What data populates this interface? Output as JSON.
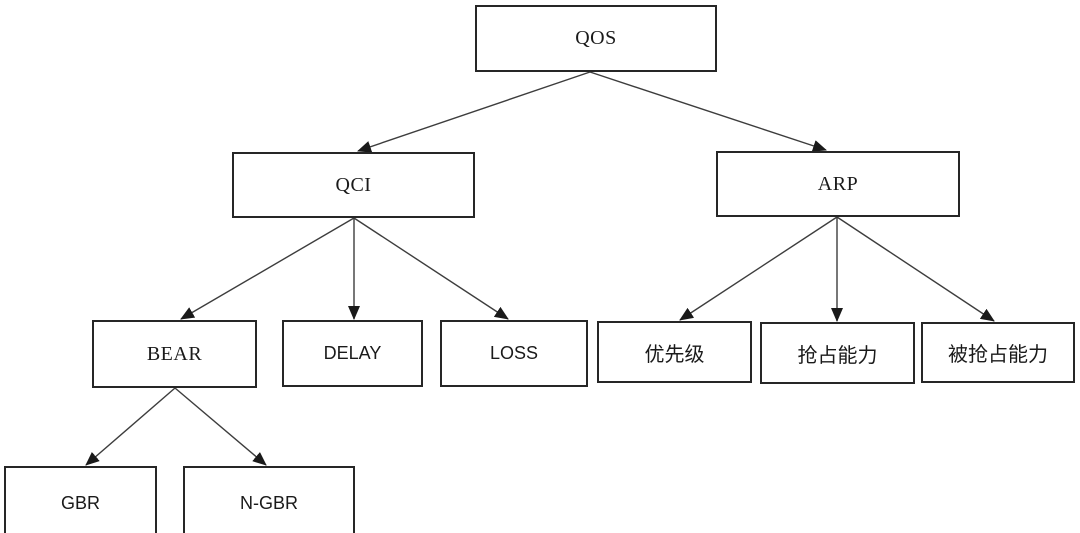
{
  "diagram": {
    "type": "tree",
    "background_color": "#ffffff",
    "box_border_color": "#262626",
    "connector_color": "#3d3d3d",
    "arrowhead_color": "#1a1a1a",
    "text_color": "#1a1a1a",
    "nodes": {
      "qos": {
        "label": "QOS"
      },
      "qci": {
        "label": "QCI"
      },
      "arp": {
        "label": "ARP"
      },
      "bear": {
        "label": "BEAR"
      },
      "delay": {
        "label": "DELAY"
      },
      "loss": {
        "label": "LOSS"
      },
      "priority": {
        "label": "优先级"
      },
      "preempt": {
        "label": "抢占能力"
      },
      "preemptable": {
        "label": "被抢占能力"
      },
      "gbr": {
        "label": "GBR"
      },
      "ngbr": {
        "label": "N-GBR"
      }
    },
    "edges": [
      {
        "from": "QOS",
        "to": "QCI"
      },
      {
        "from": "QOS",
        "to": "ARP"
      },
      {
        "from": "QCI",
        "to": "BEAR"
      },
      {
        "from": "QCI",
        "to": "DELAY"
      },
      {
        "from": "QCI",
        "to": "LOSS"
      },
      {
        "from": "ARP",
        "to": "优先级"
      },
      {
        "from": "ARP",
        "to": "抢占能力"
      },
      {
        "from": "ARP",
        "to": "被抢占能力"
      },
      {
        "from": "BEAR",
        "to": "GBR"
      },
      {
        "from": "BEAR",
        "to": "N-GBR"
      }
    ]
  }
}
